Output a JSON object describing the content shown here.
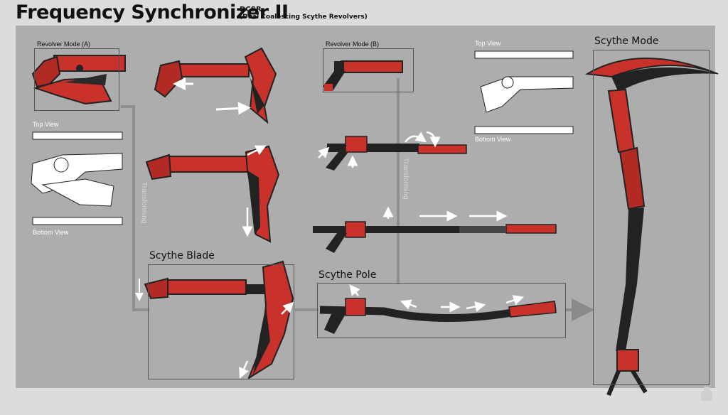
{
  "header": {
    "title": "Frequency Synchronizer II",
    "code": "DCSR",
    "subtitle": "(Dual Coalescing Scythe Revolvers)"
  },
  "labels": {
    "revolver_a": "Revolver Mode (A)",
    "revolver_b": "Revolver Mode (B)",
    "top_view_left": "Top View",
    "bottom_view_left": "Bottom View",
    "top_view_right": "Top View",
    "bottom_view_right": "Bottom View",
    "scythe_blade": "Scythe Blade",
    "scythe_pole": "Scythe Pole",
    "scythe_mode": "Scythe Mode",
    "transforming_left": "Transforming",
    "transforming_right": "Transforming"
  },
  "colors": {
    "background": "#dcdcdc",
    "panel": "#adadad",
    "red": "#c8322a",
    "dark": "#222222",
    "arrow": "#ffffff"
  }
}
